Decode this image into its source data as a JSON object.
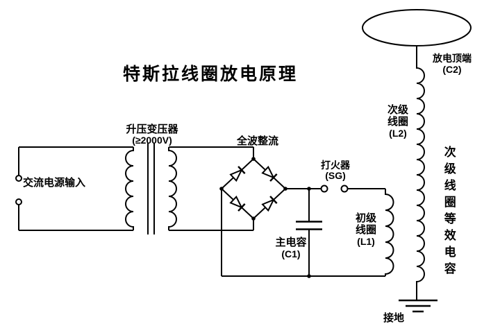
{
  "title": "特斯拉线圈放电原理",
  "colors": {
    "line": "#000000",
    "background": "#ffffff"
  },
  "diagram": {
    "ac_input": {
      "label": "交流电源输入"
    },
    "transformer": {
      "name": "升压变压器",
      "spec": "(≥2000V)"
    },
    "rectifier": {
      "label": "全波整流"
    },
    "spark_gap": {
      "name": "打火器",
      "ref": "(SG)"
    },
    "main_capacitor": {
      "name": "主电容",
      "ref": "(C1)"
    },
    "primary_coil": {
      "name_line1": "初级",
      "name_line2": "线圈",
      "ref": "(L1)"
    },
    "secondary_coil": {
      "name_line1": "次级",
      "name_line2": "线圈",
      "ref": "(L2)"
    },
    "top_terminal": {
      "name": "放电顶端",
      "ref": "(C2)"
    },
    "side_note": "次级线圈等效电容",
    "ground": {
      "label": "接地"
    }
  }
}
